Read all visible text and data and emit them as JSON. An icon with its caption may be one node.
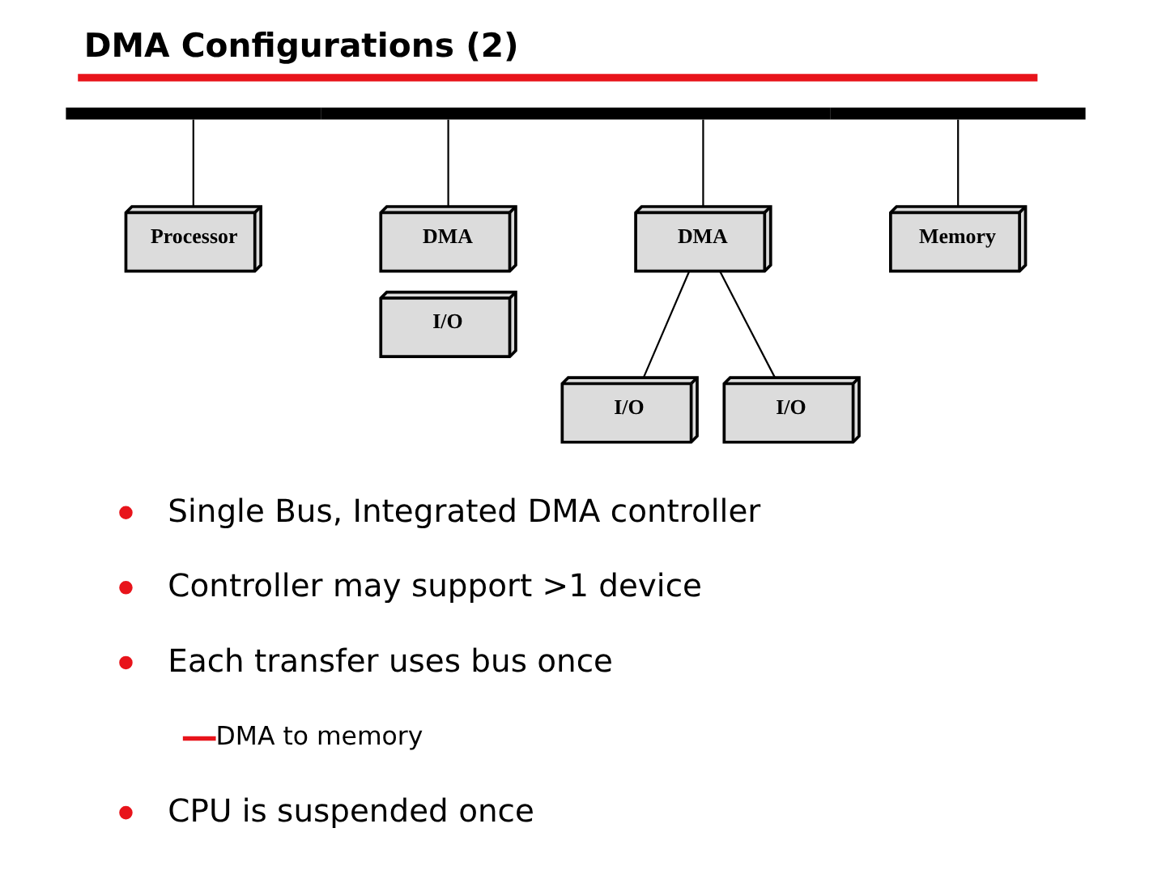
{
  "diagram": {
    "title": "DMA Configurations (2)",
    "nodes": [
      {
        "text": [],
        "shape": "bar"
      },
      {
        "text": [
          "Processor"
        ]
      },
      {
        "text": [
          "DMA"
        ]
      },
      {
        "text": [
          "I/O"
        ]
      },
      {
        "text": [
          "DMA"
        ]
      },
      {
        "text": [
          "Memory"
        ]
      },
      {
        "text": [
          "I/O"
        ]
      },
      {
        "text": [
          "I/O"
        ]
      }
    ],
    "edges": [
      {
        "from": 0,
        "to": 1,
        "arrow": "none"
      },
      {
        "from": 0,
        "to": 2,
        "arrow": "none"
      },
      {
        "from": 0,
        "to": 4,
        "arrow": "none"
      },
      {
        "from": 0,
        "to": 5,
        "arrow": "none"
      },
      {
        "from": 4,
        "to": 6,
        "arrow": "none"
      },
      {
        "from": 4,
        "to": 7,
        "arrow": "none"
      }
    ],
    "labels": [
      "Single Bus, Integrated DMA controller",
      "Controller may support >1 device",
      "Each transfer uses bus once",
      "DMA to memory",
      "CPU is suspended once"
    ]
  }
}
